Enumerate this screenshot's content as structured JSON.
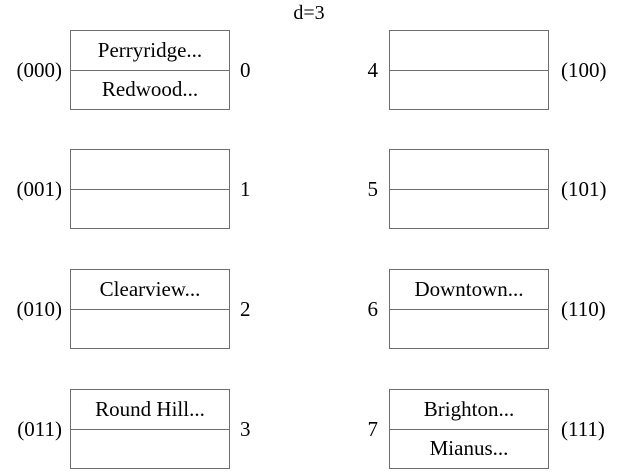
{
  "title": "d=3",
  "colors": {
    "background": "#ffffff",
    "border": "#6e6e6e",
    "text": "#000000"
  },
  "buckets": [
    {
      "address": "(000)",
      "number": "0",
      "side": "left",
      "cells": [
        "Perryridge...",
        "Redwood..."
      ]
    },
    {
      "address": "(001)",
      "number": "1",
      "side": "left",
      "cells": [
        "",
        ""
      ]
    },
    {
      "address": "(010)",
      "number": "2",
      "side": "left",
      "cells": [
        "Clearview...",
        ""
      ]
    },
    {
      "address": "(011)",
      "number": "3",
      "side": "left",
      "cells": [
        "Round Hill...",
        ""
      ]
    },
    {
      "address": "(100)",
      "number": "4",
      "side": "right",
      "cells": [
        "",
        ""
      ]
    },
    {
      "address": "(101)",
      "number": "5",
      "side": "right",
      "cells": [
        "",
        ""
      ]
    },
    {
      "address": "(110)",
      "number": "6",
      "side": "right",
      "cells": [
        "Downtown...",
        ""
      ]
    },
    {
      "address": "(111)",
      "number": "7",
      "side": "right",
      "cells": [
        "Brighton...",
        "Mianus..."
      ]
    }
  ]
}
